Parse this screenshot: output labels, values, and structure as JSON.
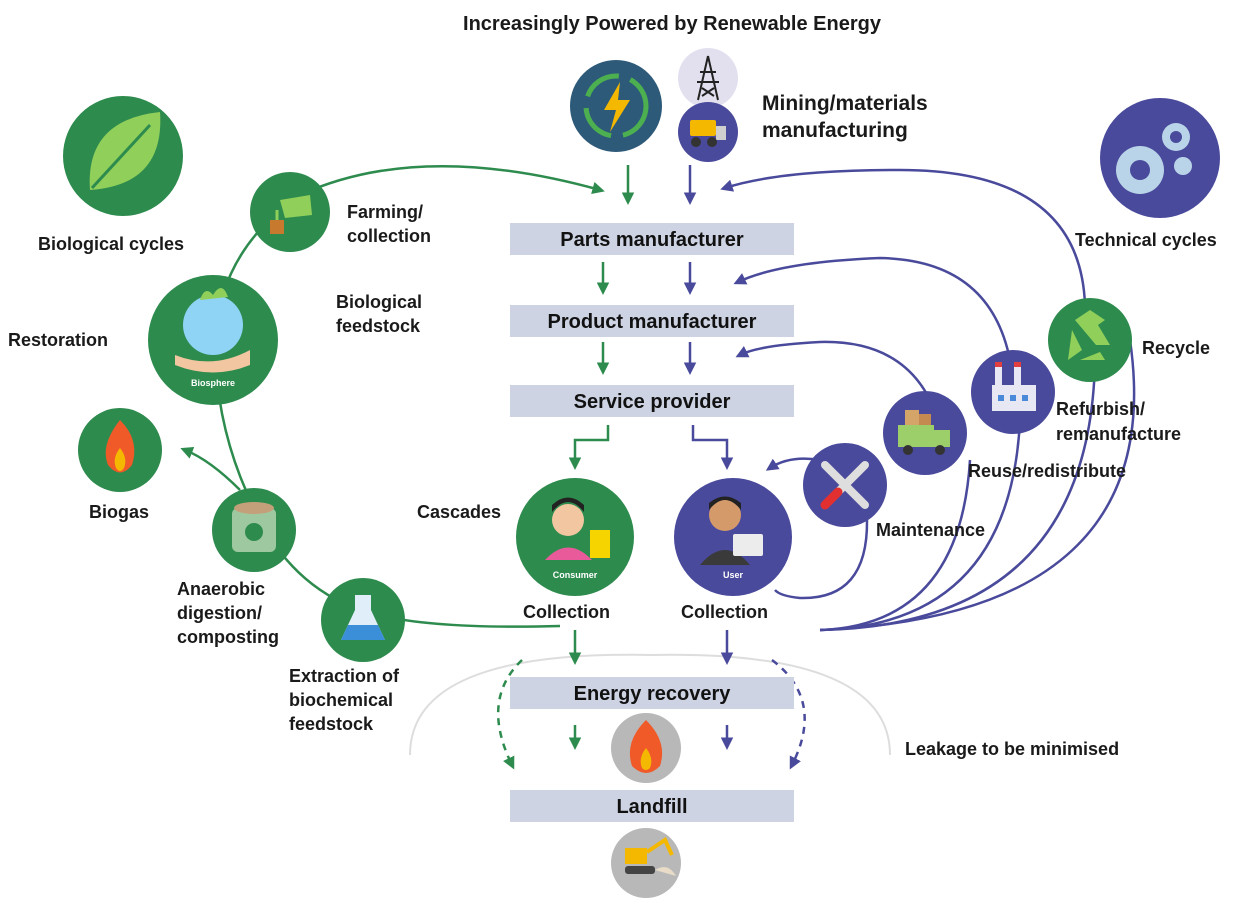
{
  "title": "Increasingly Powered by Renewable Energy",
  "colors": {
    "biological": "#2e8b4e",
    "technical": "#4a4a9c",
    "box": "#cdd3e3",
    "gray_circle": "#b8b8b8",
    "leakage_line": "#dddddd"
  },
  "top": {
    "mining_label_1": "Mining/materials",
    "mining_label_2": "manufacturing",
    "icons": [
      "renewable-energy-icon",
      "power-pylon-icon",
      "bulldozer-icon"
    ]
  },
  "flow_boxes": {
    "parts": "Parts manufacturer",
    "product": "Product manufacturer",
    "service": "Service provider",
    "energy": "Energy recovery",
    "landfill": "Landfill"
  },
  "biological": {
    "heading": "Biological cycles",
    "farming_1": "Farming/",
    "farming_2": "collection",
    "feedstock_1": "Biological",
    "feedstock_2": "feedstock",
    "restoration": "Restoration",
    "biosphere": "Biosphere",
    "biogas": "Biogas",
    "anaerobic_1": "Anaerobic",
    "anaerobic_2": "digestion/",
    "anaerobic_3": "composting",
    "extraction_1": "Extraction of",
    "extraction_2": "biochemical",
    "extraction_3": "feedstock",
    "cascades": "Cascades",
    "consumer": "Consumer",
    "collection": "Collection"
  },
  "technical": {
    "heading": "Technical cycles",
    "recycle": "Recycle",
    "refurbish_1": "Refurbish/",
    "refurbish_2": "remanufacture",
    "reuse": "Reuse/redistribute",
    "maintenance": "Maintenance",
    "user": "User",
    "collection": "Collection"
  },
  "leakage": "Leakage to be minimised"
}
